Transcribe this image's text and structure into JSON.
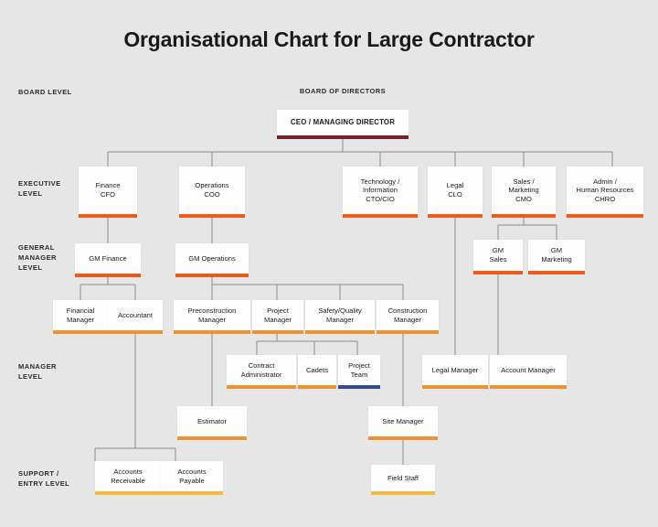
{
  "title": "Organisational Chart for Large Contractor",
  "background_color": "#e6e6e6",
  "node_fill": "#fdfdfd",
  "connector_color": "#8c8c8c",
  "accent_colors": {
    "board": "#7b1f2b",
    "executive": "#ee5a17",
    "general_manager": "#ee5a17",
    "manager": "#f0922d",
    "project_team": "#33499b",
    "support": "#f5b942"
  },
  "level_labels": [
    {
      "id": "board-level",
      "text": "BOARD LEVEL"
    },
    {
      "id": "executive-level",
      "text": "EXECUTIVE\nLEVEL"
    },
    {
      "id": "general-manager-level",
      "text": "GENERAL\nMANAGER\nLEVEL"
    },
    {
      "id": "manager-level",
      "text": "MANAGER\nLEVEL"
    },
    {
      "id": "support-entry-level",
      "text": "SUPPORT /\nENTRY LEVEL"
    }
  ],
  "section_headings": [
    {
      "id": "board-of-directors",
      "text": "BOARD OF DIRECTORS"
    }
  ],
  "nodes": {
    "ceo": {
      "line1": "CEO / MANAGING DIRECTOR",
      "line2": ""
    },
    "finance": {
      "line1": "Finance",
      "line2": "CFO"
    },
    "operations": {
      "line1": "Operations",
      "line2": "COO"
    },
    "technology": {
      "line1": "Technology /\nInformation",
      "line2": "CTO/CIO"
    },
    "legal": {
      "line1": "Legal",
      "line2": "CLO"
    },
    "sales_marketing": {
      "line1": "Sales /\nMarketing",
      "line2": "CMO"
    },
    "admin_hr": {
      "line1": "Admin /\nHuman Resources",
      "line2": "CHRO"
    },
    "gm_finance": {
      "line1": "GM Finance",
      "line2": ""
    },
    "gm_operations": {
      "line1": "GM Operations",
      "line2": ""
    },
    "gm_sales": {
      "line1": "GM\nSales",
      "line2": ""
    },
    "gm_marketing": {
      "line1": "GM\nMarketing",
      "line2": ""
    },
    "financial_manager": {
      "line1": "Financial\nManager",
      "line2": ""
    },
    "accountant": {
      "line1": "Accountant",
      "line2": ""
    },
    "preconstruction_manager": {
      "line1": "Preconstruction\nManager",
      "line2": ""
    },
    "project_manager": {
      "line1": "Project\nManager",
      "line2": ""
    },
    "safety_quality_manager": {
      "line1": "Safety/Quality\nManager",
      "line2": ""
    },
    "construction_manager": {
      "line1": "Construction\nManager",
      "line2": ""
    },
    "contract_administrator": {
      "line1": "Contract\nAdministrator",
      "line2": ""
    },
    "cadets": {
      "line1": "Cadets",
      "line2": ""
    },
    "project_team": {
      "line1": "Project\nTeam",
      "line2": ""
    },
    "legal_manager": {
      "line1": "Legal Manager",
      "line2": ""
    },
    "account_manager": {
      "line1": "Account Manager",
      "line2": ""
    },
    "estimator": {
      "line1": "Estimator",
      "line2": ""
    },
    "site_manager": {
      "line1": "Site Manager",
      "line2": ""
    },
    "accounts_receivable": {
      "line1": "Accounts\nReceivable",
      "line2": ""
    },
    "accounts_payable": {
      "line1": "Accounts\nPayable",
      "line2": ""
    },
    "field_staff": {
      "line1": "Field Staff",
      "line2": ""
    }
  },
  "chart_data": {
    "type": "diagram",
    "diagram_type": "organisational-chart",
    "title": "Organisational Chart for Large Contractor",
    "levels": [
      "BOARD LEVEL",
      "EXECUTIVE LEVEL",
      "GENERAL MANAGER LEVEL",
      "MANAGER LEVEL",
      "SUPPORT / ENTRY LEVEL"
    ],
    "nodes": [
      {
        "id": "ceo",
        "label": "CEO / MANAGING DIRECTOR",
        "level": "BOARD LEVEL",
        "accent": "#7b1f2b"
      },
      {
        "id": "finance",
        "label": "Finance CFO",
        "level": "EXECUTIVE LEVEL",
        "accent": "#ee5a17"
      },
      {
        "id": "operations",
        "label": "Operations COO",
        "level": "EXECUTIVE LEVEL",
        "accent": "#ee5a17"
      },
      {
        "id": "technology",
        "label": "Technology / Information CTO/CIO",
        "level": "EXECUTIVE LEVEL",
        "accent": "#ee5a17"
      },
      {
        "id": "legal",
        "label": "Legal CLO",
        "level": "EXECUTIVE LEVEL",
        "accent": "#ee5a17"
      },
      {
        "id": "sales_marketing",
        "label": "Sales / Marketing CMO",
        "level": "EXECUTIVE LEVEL",
        "accent": "#ee5a17"
      },
      {
        "id": "admin_hr",
        "label": "Admin / Human Resources CHRO",
        "level": "EXECUTIVE LEVEL",
        "accent": "#ee5a17"
      },
      {
        "id": "gm_finance",
        "label": "GM Finance",
        "level": "GENERAL MANAGER LEVEL",
        "accent": "#ee5a17"
      },
      {
        "id": "gm_operations",
        "label": "GM Operations",
        "level": "GENERAL MANAGER LEVEL",
        "accent": "#ee5a17"
      },
      {
        "id": "gm_sales",
        "label": "GM Sales",
        "level": "GENERAL MANAGER LEVEL",
        "accent": "#ee5a17"
      },
      {
        "id": "gm_marketing",
        "label": "GM Marketing",
        "level": "GENERAL MANAGER LEVEL",
        "accent": "#ee5a17"
      },
      {
        "id": "financial_manager",
        "label": "Financial Manager",
        "level": "MANAGER LEVEL",
        "accent": "#f0922d"
      },
      {
        "id": "accountant",
        "label": "Accountant",
        "level": "MANAGER LEVEL",
        "accent": "#f0922d"
      },
      {
        "id": "preconstruction_manager",
        "label": "Preconstruction Manager",
        "level": "MANAGER LEVEL",
        "accent": "#f0922d"
      },
      {
        "id": "project_manager",
        "label": "Project Manager",
        "level": "MANAGER LEVEL",
        "accent": "#f0922d"
      },
      {
        "id": "safety_quality_manager",
        "label": "Safety/Quality Manager",
        "level": "MANAGER LEVEL",
        "accent": "#f0922d"
      },
      {
        "id": "construction_manager",
        "label": "Construction Manager",
        "level": "MANAGER LEVEL",
        "accent": "#f0922d"
      },
      {
        "id": "contract_administrator",
        "label": "Contract Administrator",
        "level": "MANAGER LEVEL",
        "accent": "#f0922d"
      },
      {
        "id": "cadets",
        "label": "Cadets",
        "level": "MANAGER LEVEL",
        "accent": "#f0922d"
      },
      {
        "id": "project_team",
        "label": "Project Team",
        "level": "MANAGER LEVEL",
        "accent": "#33499b"
      },
      {
        "id": "legal_manager",
        "label": "Legal Manager",
        "level": "MANAGER LEVEL",
        "accent": "#f0922d"
      },
      {
        "id": "account_manager",
        "label": "Account Manager",
        "level": "MANAGER LEVEL",
        "accent": "#f0922d"
      },
      {
        "id": "estimator",
        "label": "Estimator",
        "level": "MANAGER LEVEL",
        "accent": "#f0922d"
      },
      {
        "id": "site_manager",
        "label": "Site Manager",
        "level": "MANAGER LEVEL",
        "accent": "#f0922d"
      },
      {
        "id": "accounts_receivable",
        "label": "Accounts Receivable",
        "level": "SUPPORT / ENTRY LEVEL",
        "accent": "#f5b942"
      },
      {
        "id": "accounts_payable",
        "label": "Accounts Payable",
        "level": "SUPPORT / ENTRY LEVEL",
        "accent": "#f5b942"
      },
      {
        "id": "field_staff",
        "label": "Field Staff",
        "level": "SUPPORT / ENTRY LEVEL",
        "accent": "#f5b942"
      }
    ],
    "edges": [
      {
        "from": "ceo",
        "to": "finance"
      },
      {
        "from": "ceo",
        "to": "operations"
      },
      {
        "from": "ceo",
        "to": "technology"
      },
      {
        "from": "ceo",
        "to": "legal"
      },
      {
        "from": "ceo",
        "to": "sales_marketing"
      },
      {
        "from": "ceo",
        "to": "admin_hr"
      },
      {
        "from": "finance",
        "to": "gm_finance"
      },
      {
        "from": "operations",
        "to": "gm_operations"
      },
      {
        "from": "sales_marketing",
        "to": "gm_sales"
      },
      {
        "from": "sales_marketing",
        "to": "gm_marketing"
      },
      {
        "from": "gm_finance",
        "to": "financial_manager"
      },
      {
        "from": "gm_finance",
        "to": "accountant"
      },
      {
        "from": "gm_operations",
        "to": "preconstruction_manager"
      },
      {
        "from": "gm_operations",
        "to": "project_manager"
      },
      {
        "from": "gm_operations",
        "to": "safety_quality_manager"
      },
      {
        "from": "gm_operations",
        "to": "construction_manager"
      },
      {
        "from": "project_manager",
        "to": "contract_administrator"
      },
      {
        "from": "project_manager",
        "to": "cadets"
      },
      {
        "from": "project_manager",
        "to": "project_team"
      },
      {
        "from": "legal",
        "to": "legal_manager"
      },
      {
        "from": "gm_sales",
        "to": "account_manager"
      },
      {
        "from": "preconstruction_manager",
        "to": "estimator"
      },
      {
        "from": "construction_manager",
        "to": "site_manager"
      },
      {
        "from": "accountant",
        "to": "accounts_receivable"
      },
      {
        "from": "accountant",
        "to": "accounts_payable"
      },
      {
        "from": "site_manager",
        "to": "field_staff"
      }
    ]
  }
}
